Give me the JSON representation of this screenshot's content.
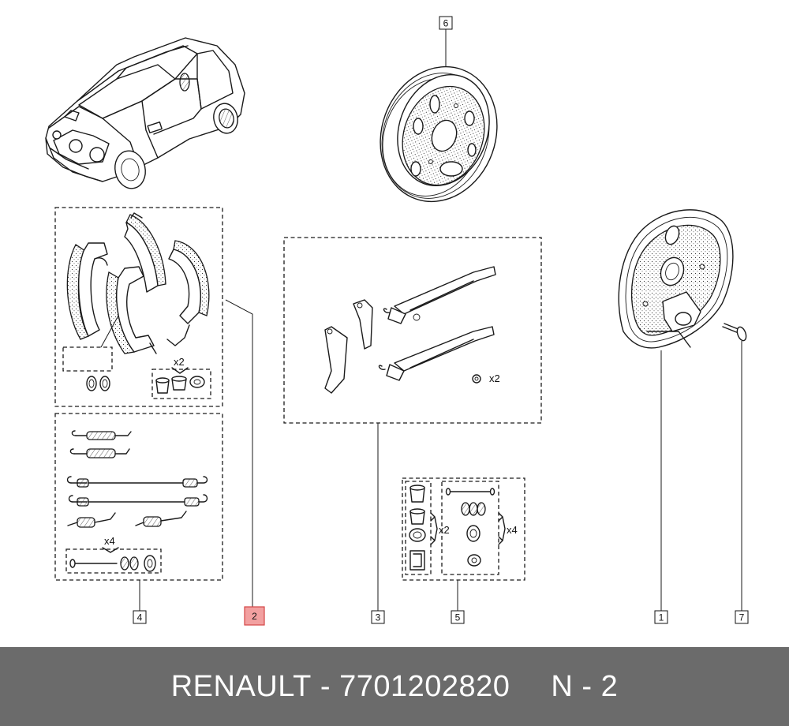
{
  "callouts": [
    {
      "id": "callout-1",
      "number": "1",
      "highlight": false
    },
    {
      "id": "callout-2",
      "number": "2",
      "highlight": true
    },
    {
      "id": "callout-3",
      "number": "3",
      "highlight": false
    },
    {
      "id": "callout-4",
      "number": "4",
      "highlight": false
    },
    {
      "id": "callout-5",
      "number": "5",
      "highlight": false
    },
    {
      "id": "callout-6",
      "number": "6",
      "highlight": false
    },
    {
      "id": "callout-7",
      "number": "7",
      "highlight": false
    }
  ],
  "quantities": {
    "shoe_plugs": "x2",
    "adjuster_washer": "x2",
    "spring_pins": "x4",
    "kit5_left": "x2",
    "kit5_right": "x4"
  },
  "colors": {
    "highlight_fill": "#f2a0a0",
    "highlight_border": "#d44545",
    "footer_background": "#6b6b6b",
    "footer_text": "#ffffff",
    "line": "#1a1a1a"
  },
  "footer": {
    "brand": "RENAULT",
    "separator": " - ",
    "part_number": "7701202820",
    "position": "N - 2"
  }
}
